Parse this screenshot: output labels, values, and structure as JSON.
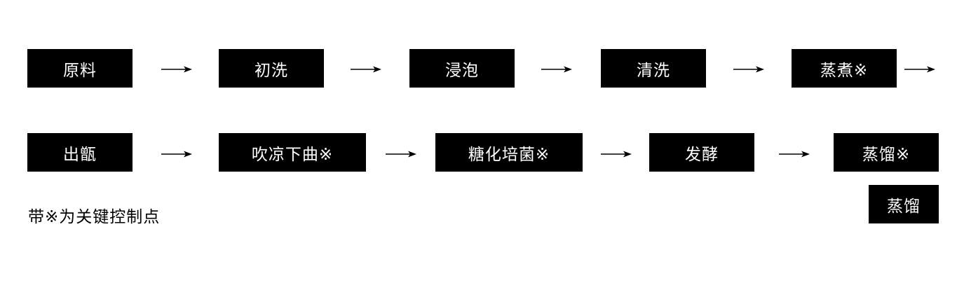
{
  "flow": {
    "row1": [
      "原料",
      "初洗",
      "浸泡",
      "清洗",
      "蒸煮※"
    ],
    "row2": [
      "出甑",
      "吹凉下曲※",
      "糖化培菌※",
      "发酵",
      "蒸馏※"
    ],
    "extra": "蒸馏"
  },
  "legend_note": "带※为关键控制点",
  "colors": {
    "box_fill": "#000000",
    "box_text": "#ffffff",
    "arrow": "#000000",
    "background": "#ffffff"
  }
}
